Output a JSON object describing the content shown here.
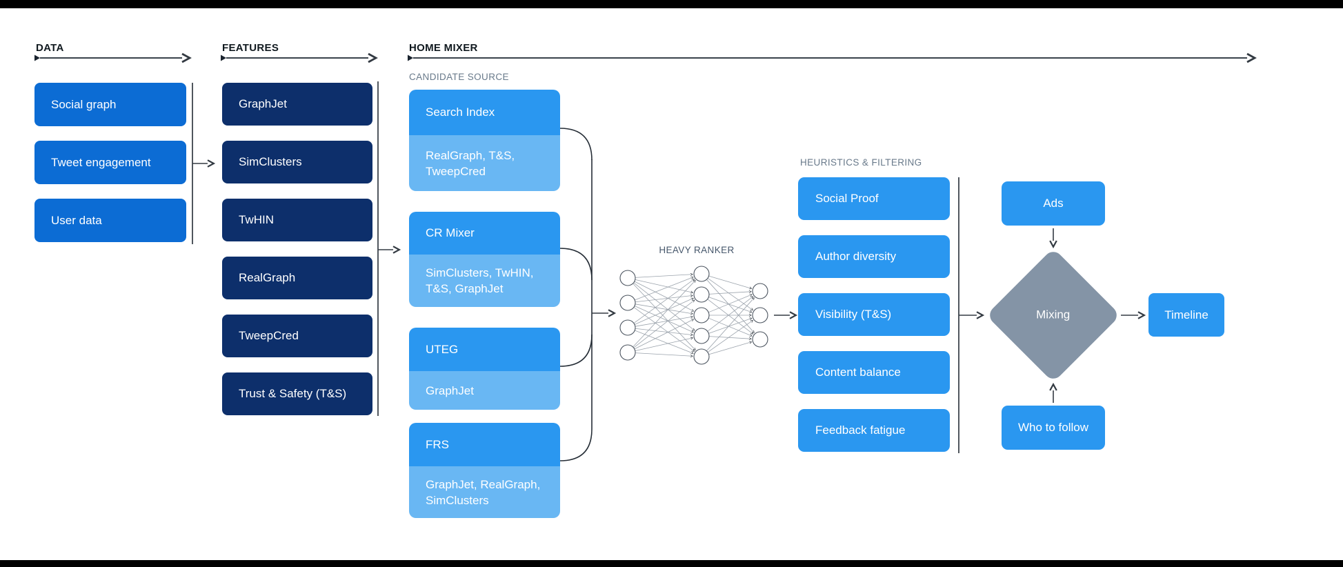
{
  "colors": {
    "frame": "#000000",
    "data_box": "#0c6cd4",
    "feature_box": "#0d2f6b",
    "bright_blue": "#2a97f0",
    "light_blue": "#69b7f3",
    "diamond": "#8494a6"
  },
  "sections": {
    "data": {
      "label": "DATA",
      "boxes": [
        "Social graph",
        "Tweet engagement",
        "User data"
      ]
    },
    "features": {
      "label": "FEATURES",
      "boxes": [
        "GraphJet",
        "SimClusters",
        "TwHIN",
        "RealGraph",
        "TweepCred",
        "Trust & Safety (T&S)"
      ]
    },
    "home_mixer": {
      "label": "HOME MIXER",
      "candidate_source": {
        "label": "CANDIDATE SOURCE",
        "boxes": [
          {
            "title": "Search Index",
            "sources": "RealGraph, T&S, TweepCred"
          },
          {
            "title": "CR Mixer",
            "sources": "SimClusters, TwHIN, T&S, GraphJet"
          },
          {
            "title": "UTEG",
            "sources": "GraphJet"
          },
          {
            "title": "FRS",
            "sources": "GraphJet, RealGraph, SimClusters"
          }
        ]
      },
      "heavy_ranker": {
        "label": "HEAVY RANKER",
        "layers": [
          4,
          5,
          3
        ]
      },
      "heuristics": {
        "label": "HEURISTICS & FILTERING",
        "boxes": [
          "Social Proof",
          "Author diversity",
          "Visibility (T&S)",
          "Content balance",
          "Feedback fatigue"
        ]
      },
      "mixing": {
        "ads": "Ads",
        "diamond": "Mixing",
        "who_to_follow": "Who to follow",
        "timeline": "Timeline"
      }
    }
  }
}
